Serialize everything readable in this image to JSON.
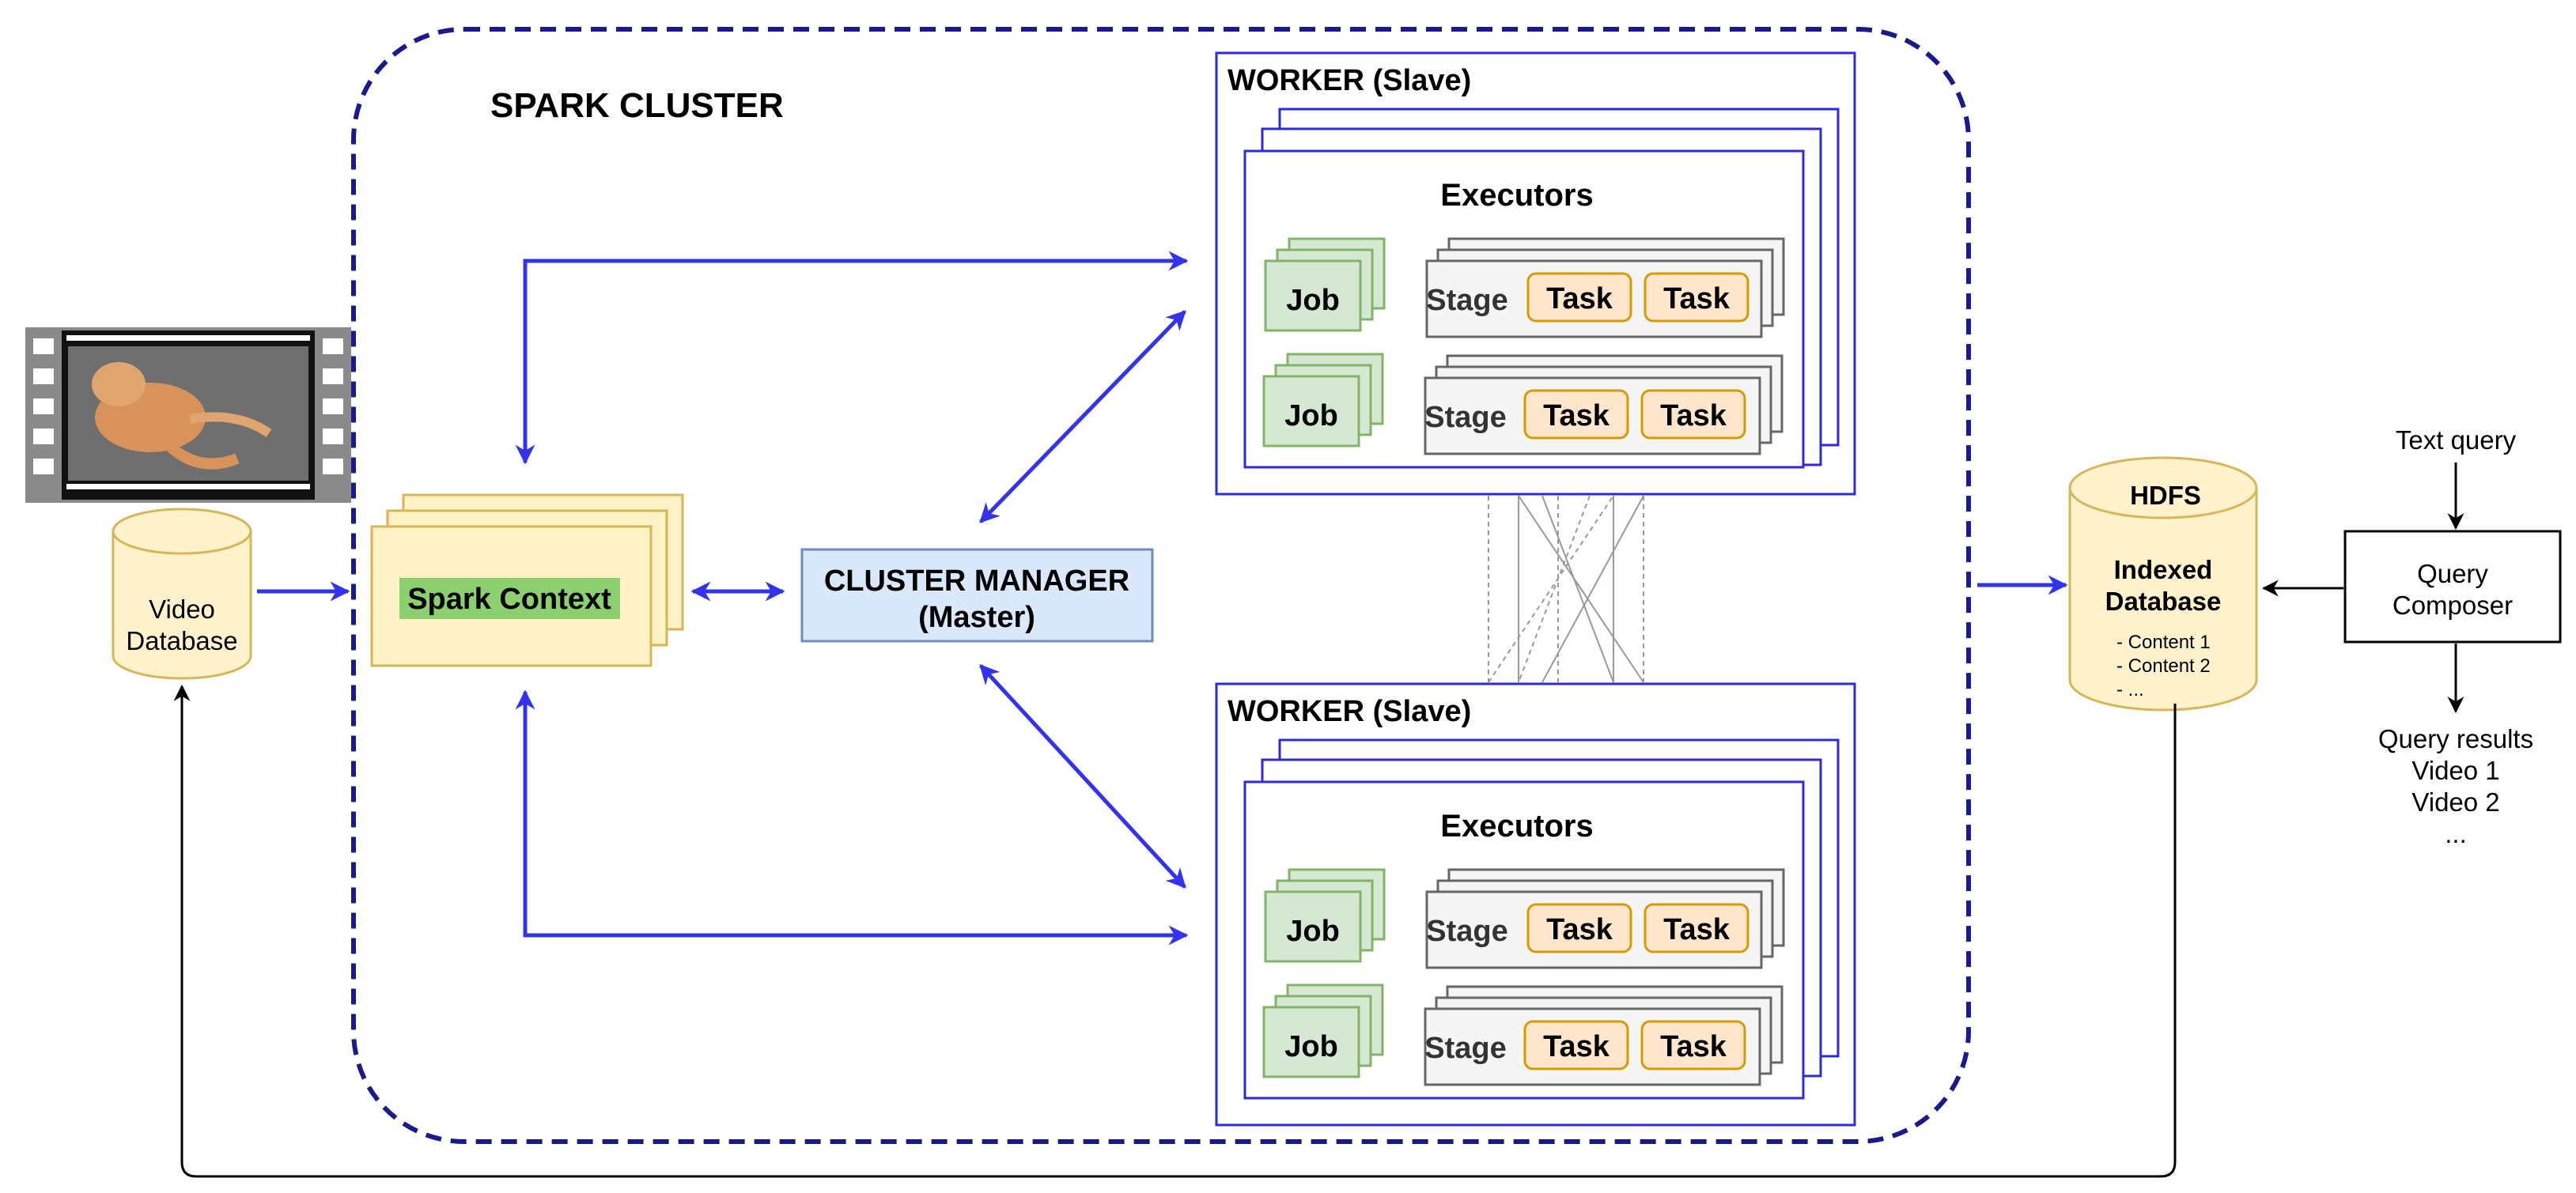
{
  "cluster": {
    "title": "SPARK CLUSTER"
  },
  "video_database": {
    "line1": "Video",
    "line2": "Database"
  },
  "spark_context": {
    "label": "Spark Context"
  },
  "cluster_manager": {
    "line1": "CLUSTER MANAGER",
    "line2": "(Master)"
  },
  "workers": [
    {
      "title": "WORKER (Slave)",
      "executors_label": "Executors",
      "rows": [
        {
          "job": "Job",
          "stage": "Stage",
          "tasks": [
            "Task",
            "Task"
          ]
        },
        {
          "job": "Job",
          "stage": "Stage",
          "tasks": [
            "Task",
            "Task"
          ]
        }
      ]
    },
    {
      "title": "WORKER (Slave)",
      "executors_label": "Executors",
      "rows": [
        {
          "job": "Job",
          "stage": "Stage",
          "tasks": [
            "Task",
            "Task"
          ]
        },
        {
          "job": "Job",
          "stage": "Stage",
          "tasks": [
            "Task",
            "Task"
          ]
        }
      ]
    }
  ],
  "hdfs": {
    "title": "HDFS",
    "line1": "Indexed",
    "line2": "Database",
    "items": [
      "- Content 1",
      "- Content 2",
      "- ..."
    ]
  },
  "text_query": {
    "label": "Text query"
  },
  "query_composer": {
    "line1": "Query",
    "line2": "Composer"
  },
  "query_results": {
    "title": "Query results",
    "items": [
      "Video 1",
      "Video 2",
      "..."
    ]
  },
  "colors": {
    "cluster_border": "#1a1a8c",
    "arrow_blue": "#3333ee",
    "worker_border": "#2b2bdd",
    "context_fill": "#fdf1c6",
    "context_border": "#d6b656",
    "context_highlight": "#8ccf6e",
    "manager_fill": "#dae8fc",
    "manager_border": "#6c8ebf",
    "job_fill": "#d5e8d4",
    "job_border": "#82b366",
    "stage_fill": "#f5f5f5",
    "stage_border": "#666666",
    "task_fill": "#ffe6cc",
    "task_border": "#d79b00",
    "db_fill": "#fff2cc",
    "db_border": "#d6b656"
  }
}
